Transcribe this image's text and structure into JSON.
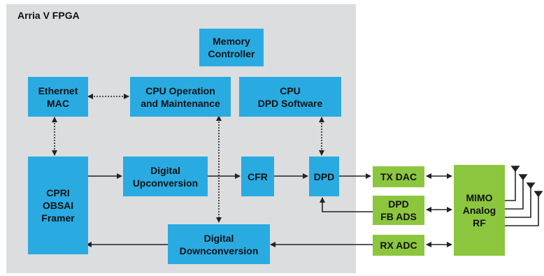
{
  "fpga": {
    "title": "Arria V FPGA"
  },
  "blocks": {
    "memory_controller": "Memory\nController",
    "ethernet_mac": "Ethernet\nMAC",
    "cpu_operation": "CPU Operation\nand Maintenance",
    "cpu_dpd_software": "CPU\nDPD Software",
    "cpri_framer": "CPRI\nOBSAI\nFramer",
    "digital_upconversion": "Digital\nUpconversion",
    "cfr": "CFR",
    "dpd": "DPD",
    "digital_downconversion": "Digital\nDownconversion",
    "tx_dac": "TX DAC",
    "dpd_fb_ads": "DPD\nFB ADS",
    "rx_adc": "RX ADC",
    "mimo_analog_rf": "MIMO\nAnalog\nRF"
  },
  "colors": {
    "fpga_bg": "#dcdddf",
    "fpga_block": "#29abe2",
    "external_block": "#8cc63f"
  }
}
